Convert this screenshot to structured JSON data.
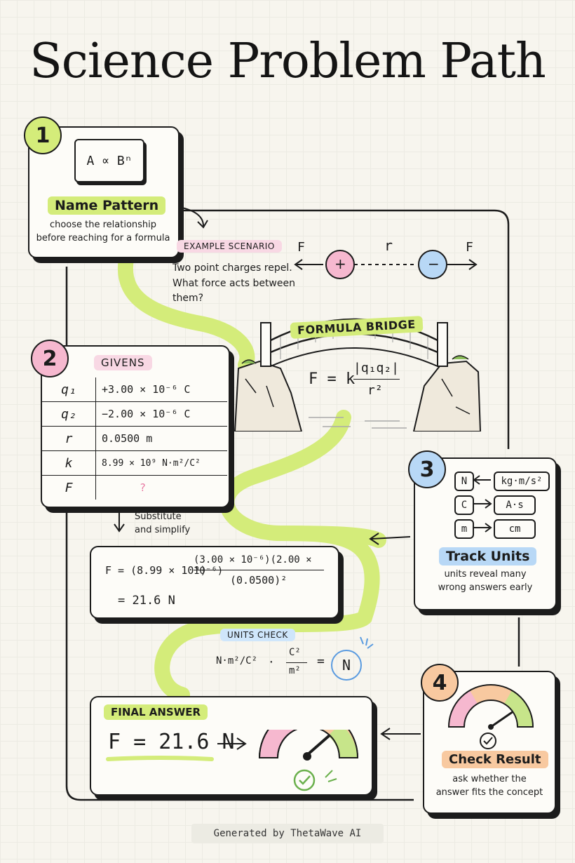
{
  "title": "Science Problem Path",
  "step1": {
    "number": "1",
    "formula": "A ∝ Bⁿ",
    "heading": "Name Pattern",
    "note_line1": "choose the relationship",
    "note_line2": "before reaching for a formula"
  },
  "scenario": {
    "label": "EXAMPLE SCENARIO",
    "line1": "Two point charges repel.",
    "line2": "What force acts between",
    "line3": "them?",
    "force_left": "F",
    "force_right": "F",
    "distance": "r",
    "charge_pos": "+",
    "charge_neg": "−"
  },
  "bridge": {
    "label": "FORMULA BRIDGE",
    "lhs": "F = k",
    "numerator": "|q₁q₂|",
    "denominator": "r²"
  },
  "step2": {
    "number": "2",
    "heading": "GIVENS",
    "rows": [
      {
        "symbol": "q₁",
        "value": "+3.00 × 10⁻⁶ C"
      },
      {
        "symbol": "q₂",
        "value": "−2.00 × 10⁻⁶ C"
      },
      {
        "symbol": "r",
        "value": "0.0500 m"
      },
      {
        "symbol": "k",
        "value": "8.99 × 10⁹ N·m²/C²"
      },
      {
        "symbol": "F",
        "value": "?"
      }
    ]
  },
  "substitute": {
    "line1": "Substitute",
    "line2": "and simplify"
  },
  "work": {
    "lhs": "F = (8.99 × 10⁹)",
    "numerator": "(3.00 × 10⁻⁶)(2.00 × 10⁻⁶)",
    "denominator": "(0.0500)²",
    "result": "= 21.6 N"
  },
  "step3": {
    "number": "3",
    "heading": "Track Units",
    "note_line1": "units reveal many",
    "note_line2": "wrong answers early",
    "units": [
      {
        "left": "N",
        "right": "kg·m/s²"
      },
      {
        "left": "C",
        "right": "A·s"
      },
      {
        "left": "m",
        "right": "cm"
      }
    ]
  },
  "units_check": {
    "label": "UNITS CHECK",
    "expr_left": "N·m²/C²",
    "dot": "·",
    "frac_num": "C²",
    "frac_den": "m²",
    "equals": "=",
    "result": "N"
  },
  "final": {
    "label": "FINAL ANSWER",
    "answer": "F = 21.6 N"
  },
  "step4": {
    "number": "4",
    "heading": "Check Result",
    "note_line1": "ask whether the",
    "note_line2": "answer fits the concept"
  },
  "footer": "Generated by ThetaWave AI",
  "colors": {
    "lime": "#d4ec7a",
    "pink": "#f6b8cf",
    "blue": "#b8d8f6",
    "orange": "#f8c9a0",
    "ink": "#1c1c1c"
  },
  "icons": [
    "arrow-icon",
    "bridge-icon",
    "gauge-icon",
    "check-icon",
    "charge-icon"
  ]
}
